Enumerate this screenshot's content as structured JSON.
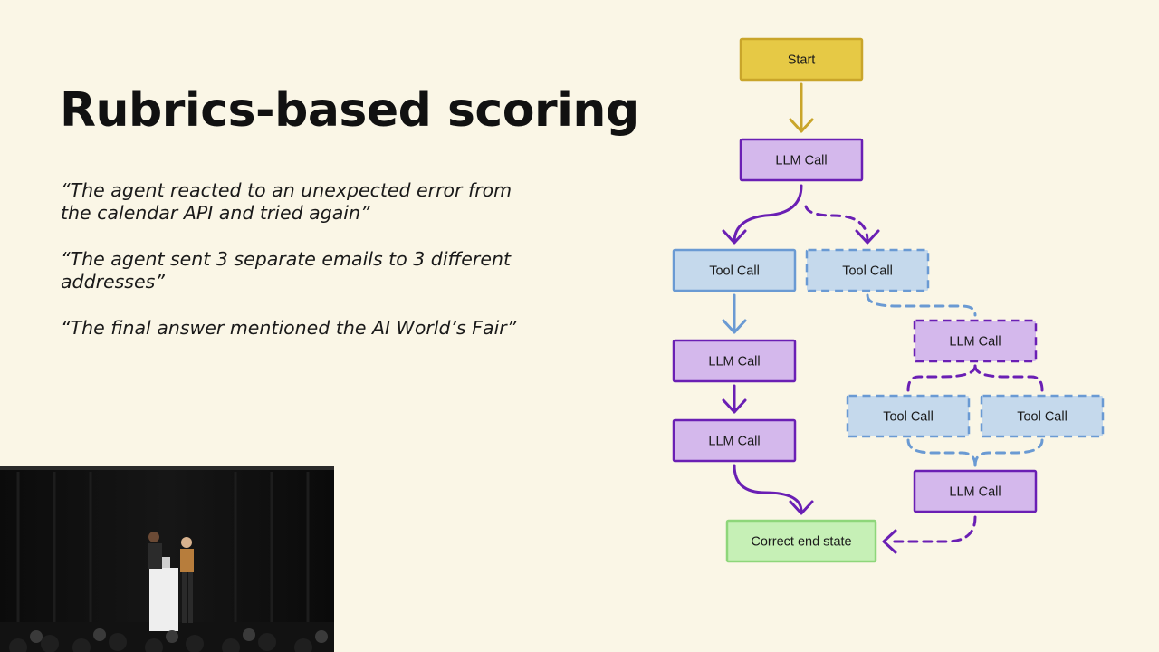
{
  "slide": {
    "title": "Rubrics-based scoring",
    "quotes": [
      "“The agent reacted to an unexpected error from the calendar API and tried again”",
      "“The agent sent 3 separate emails to 3 different addresses”",
      "“The final answer mentioned the AI World’s Fair”"
    ]
  },
  "diagram": {
    "nodes": [
      {
        "id": "start",
        "label": "Start",
        "kind": "start",
        "style": "solid"
      },
      {
        "id": "llm1",
        "label": "LLM Call",
        "kind": "llm",
        "style": "solid"
      },
      {
        "id": "tool_a",
        "label": "Tool Call",
        "kind": "tool",
        "style": "solid"
      },
      {
        "id": "tool_b",
        "label": "Tool Call",
        "kind": "tool",
        "style": "dashed"
      },
      {
        "id": "llm2",
        "label": "LLM Call",
        "kind": "llm",
        "style": "solid"
      },
      {
        "id": "llm_b1",
        "label": "LLM Call",
        "kind": "llm",
        "style": "dashed"
      },
      {
        "id": "llm3",
        "label": "LLM Call",
        "kind": "llm",
        "style": "solid"
      },
      {
        "id": "tool_b2",
        "label": "Tool Call",
        "kind": "tool",
        "style": "dashed"
      },
      {
        "id": "tool_b3",
        "label": "Tool Call",
        "kind": "tool",
        "style": "dashed"
      },
      {
        "id": "llm_b2",
        "label": "LLM Call",
        "kind": "llm",
        "style": "solid"
      },
      {
        "id": "end",
        "label": "Correct end state",
        "kind": "end",
        "style": "solid"
      }
    ],
    "edges": [
      {
        "from": "start",
        "to": "llm1",
        "style": "solid"
      },
      {
        "from": "llm1",
        "to": "tool_a",
        "style": "solid"
      },
      {
        "from": "llm1",
        "to": "tool_b",
        "style": "dashed"
      },
      {
        "from": "tool_a",
        "to": "llm2",
        "style": "solid"
      },
      {
        "from": "llm2",
        "to": "llm3",
        "style": "solid"
      },
      {
        "from": "llm3",
        "to": "end",
        "style": "solid"
      },
      {
        "from": "tool_b",
        "to": "llm_b1",
        "style": "dashed"
      },
      {
        "from": "llm_b1",
        "to": "tool_b2",
        "style": "dashed"
      },
      {
        "from": "llm_b1",
        "to": "tool_b3",
        "style": "dashed"
      },
      {
        "from": "tool_b2",
        "to": "llm_b2",
        "style": "dashed"
      },
      {
        "from": "tool_b3",
        "to": "llm_b2",
        "style": "dashed"
      },
      {
        "from": "llm_b2",
        "to": "end",
        "style": "dashed"
      }
    ],
    "colors": {
      "start_fill": "#e6c945",
      "start_stroke": "#c9a52a",
      "llm_fill": "#d4b8ec",
      "llm_stroke": "#6a1fb4",
      "tool_fill": "#c5d9ec",
      "tool_stroke": "#6a9ad3",
      "end_fill": "#c6f0b6",
      "end_stroke": "#8ed67a",
      "arrow_start": "#c9a52a",
      "arrow_llm": "#6a1fb4",
      "arrow_tool": "#6a9ad3"
    }
  }
}
